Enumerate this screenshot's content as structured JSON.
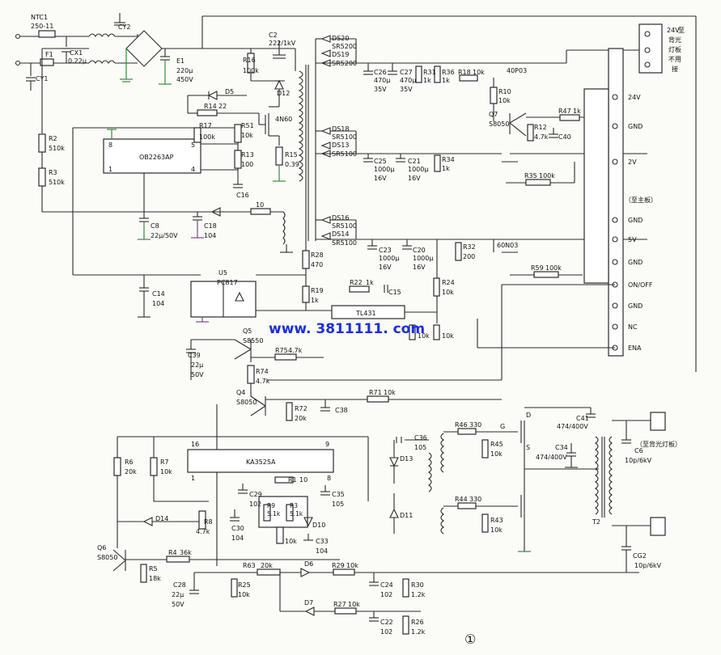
{
  "labels": {
    "ntc1": "NTC1",
    "ntc_val": "250-11",
    "cy2": "CY2",
    "c2": "C2",
    "c2_val": "222/1kV",
    "cx1": "CX1",
    "cx1_val": "0.22μ",
    "f1": "F1",
    "cy1": "CY1",
    "e1": "E1",
    "e1_val": "220μ",
    "e1_v": "450V",
    "r16": "R16",
    "r16_val": "100k",
    "d12": "D12",
    "d5": "D5",
    "r14": "R14",
    "r14_val": "22",
    "r17": "R17",
    "r17_val": "100k",
    "r51": "R51",
    "r51_val": "10k",
    "q": "4N60",
    "r13": "R13",
    "r13_val": "100",
    "r15": "R15",
    "r15_val": "0.39",
    "c16": "C16",
    "ic1": "OB2263AP",
    "pin8": "8",
    "pin1": "1",
    "pin4": "4",
    "pin5": "5",
    "r2": "R2",
    "r2_val": "510k",
    "r3": "R3",
    "r3_val": "510k",
    "c8": "C8",
    "c8_val": "22μ/50V",
    "c18": "C18",
    "c18_val": "104",
    "r_10": "10",
    "c14": "C14",
    "c14_val": "104",
    "u5": "U5",
    "u5_val": "PC817",
    "r28": "R28",
    "r28_val": "470",
    "r19": "R19",
    "r19_val": "1k",
    "r22": "R22",
    "r22_val": "1k",
    "c15": "C15",
    "tl431": "TL431",
    "r24": "R24",
    "r24_val": "10k",
    "r32": "R32",
    "r32_val": "200",
    "ds20": "DS20",
    "ds20_val": "SR5200",
    "ds19": "DS19",
    "ds19_val": "SR5200",
    "c26": "C26",
    "c26_val": "470μ",
    "c26_v": "35V",
    "c27": "C27",
    "c27_val": "470μ",
    "c27_v": "35V",
    "r31": "R31",
    "r31_val": "1k",
    "r36": "R36",
    "r36_val": "1k",
    "r18": "R18",
    "r18_val": "10k",
    "q40p03": "40P03",
    "r10": "R10",
    "r10_val": "10k",
    "q7": "Q7",
    "q7_val": "S8050",
    "r12": "R12",
    "r12_val": "4.7k",
    "c40": "C40",
    "r47": "R47",
    "r47_val": "1k",
    "ds18": "DS18",
    "ds18_val": "SR5100",
    "ds13": "DS13",
    "ds13_val": "SR5100",
    "c25": "C25",
    "c25_val": "1000μ",
    "c25_v": "16V",
    "c21": "C21",
    "c21_val": "1000μ",
    "c21_v": "16V",
    "r34": "R34",
    "r34_val": "1k",
    "r35": "R35",
    "r35_val": "100k",
    "ds16": "DS16",
    "ds16_val": "SR5100",
    "ds14": "DS14",
    "ds14_val": "SR5100",
    "c23": "C23",
    "c23_val": "1000μ",
    "c23_v": "16V",
    "c20": "C20",
    "c20_val": "1000μ",
    "c20_v": "16V",
    "q60n03": "60N03",
    "r59": "R59",
    "r59_val": "100k",
    "conn_24v": "24V",
    "conn_note1": "至",
    "conn_note2": "背光",
    "conn_note3": "灯板",
    "conn_note4": "不用",
    "conn_note5": "接",
    "pin_24v": "24V",
    "pin_gnd1": "GND",
    "pin_2v": "2V",
    "pin_main": "（至主板）",
    "pin_gnd2": "GND",
    "pin_5v": "5V",
    "pin_gnd3": "GND",
    "pin_onoff": "ON/OFF",
    "pin_gnd4": "GND",
    "pin_nc": "NC",
    "pin_ena": "ENA",
    "website": "www. 3811111. com",
    "q5": "Q5",
    "q5_val": "S8550",
    "c39": "C39",
    "c39_val": "22μ",
    "c39_v": "50V",
    "r75": "R75",
    "r75_val": "4.7k",
    "r74": "R74",
    "r74_val": "4.7k",
    "q4": "Q4",
    "q4_val": "S8050",
    "r72": "R72",
    "r72_val": "20k",
    "c38": "C38",
    "r71": "R71",
    "r71_val": "10k",
    "ic2": "KA3525A",
    "p16": "16",
    "p9": "9",
    "p1": "1",
    "p8": "8",
    "r6": "R6",
    "r6_val": "20k",
    "r7": "R7",
    "r7_val": "10k",
    "c29": "C29",
    "c29_val": "102",
    "r1": "R1",
    "r1_val": "10",
    "c35": "C35",
    "c35_val": "105",
    "c36": "C36",
    "c36_val": "105",
    "d13": "D13",
    "d11": "D11",
    "d14": "D14",
    "r8": "R8",
    "r8_val": "4.7k",
    "c30": "C30",
    "c30_val": "104",
    "r9": "R9",
    "r9_val": "5.1k",
    "r3b": "R3",
    "r3b_val": "5.1k",
    "d10": "D10",
    "c33": "C33",
    "c33_val": "104",
    "pot": "10k",
    "q6": "Q6",
    "q6_val": "S8050",
    "r4": "R4",
    "r4_val": "36k",
    "r5": "R5",
    "r5_val": "18k",
    "c28": "C28",
    "c28_val": "22μ",
    "c28_v": "50V",
    "r25": "R25",
    "r25_val": "10k",
    "r63": "R63",
    "r63_val": "20k",
    "d6": "D6",
    "r29": "R29",
    "r29_val": "10k",
    "c24": "C24",
    "c24_val": "102",
    "r30": "R30",
    "r30_val": "1.2k",
    "d7": "D7",
    "r27": "R27",
    "r27_val": "10k",
    "c22": "C22",
    "c22_val": "102",
    "r26": "R26",
    "r26_val": "1.2k",
    "r46": "R46",
    "r46_val": "330",
    "r45": "R45",
    "r45_val": "10k",
    "r44": "R44",
    "r44_val": "330",
    "r43": "R43",
    "r43_val": "10k",
    "c41": "C41",
    "c41_val": "474/400V",
    "c34": "C34",
    "c34_val": "474/400V",
    "t2": "T2",
    "c6": "C6",
    "c6_val": "10p/6kV",
    "cg2": "CG2",
    "cg2_val": "10p/6kV",
    "backlight": "（至背光灯板）",
    "r10k_a": "10k",
    "r10k_b": "10k",
    "pin_g": "G",
    "pin_d": "D",
    "pin_s": "S",
    "page_no": "①"
  },
  "colors": {
    "wire": "#2a2a2a",
    "ground_green": "#3a8a3a",
    "ground_purple": "#7a4a8a",
    "url": "#1a2fd8"
  }
}
